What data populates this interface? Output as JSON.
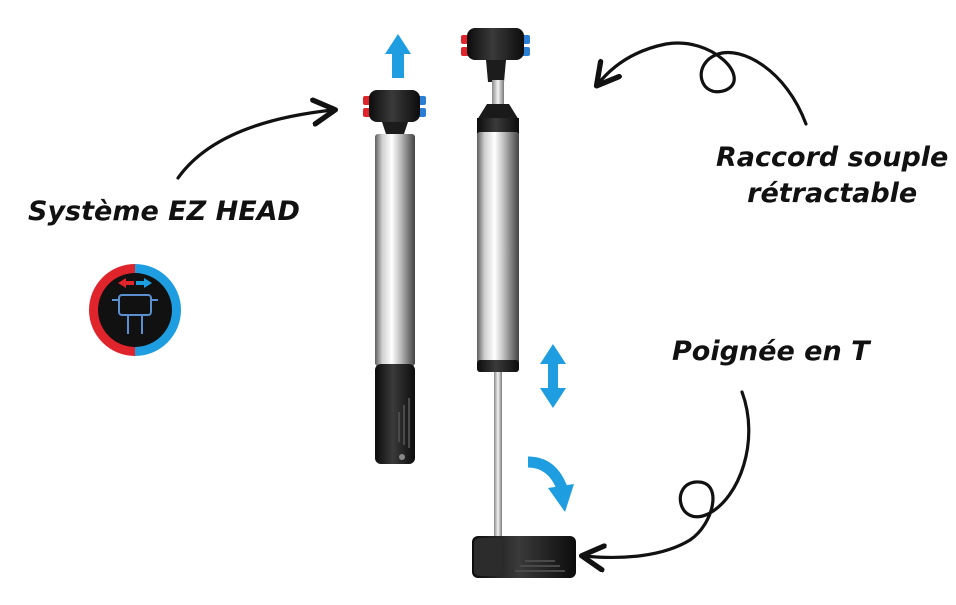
{
  "labels": {
    "ez_head": "Système EZ HEAD",
    "hose_line1": "Raccord souple",
    "hose_line2": "rétractable",
    "handle": "Poignée en T"
  },
  "colors": {
    "accent_blue": "#1e9ee0",
    "valve_red": "#e0242c",
    "valve_blue": "#2a7fd4",
    "body_dark": "#1c1c1c",
    "ink": "#111111"
  },
  "icons": [
    "up-arrow-icon",
    "up-down-arrow-icon",
    "curved-rotate-arrow-icon",
    "ez-head-badge-icon",
    "hand-drawn-arrow-icon"
  ]
}
